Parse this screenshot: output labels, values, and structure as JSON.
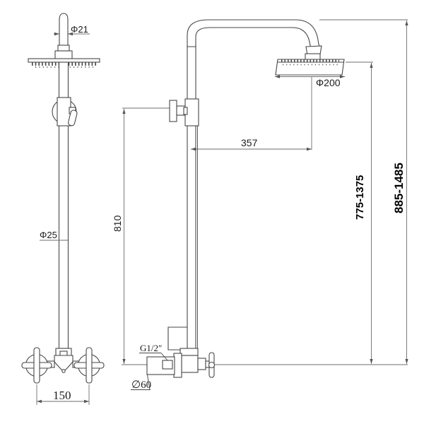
{
  "drawing": {
    "title": "shower-column-technical-drawing",
    "views": [
      "front-view",
      "side-view"
    ],
    "colors": {
      "part_line": "#474747",
      "dim_line": "#6e6e6e",
      "text": "#1c1c1c"
    },
    "labels": {
      "phi21": "Φ21",
      "phi25": "Φ25",
      "spacing150": "150",
      "reach357": "357",
      "height810": "810",
      "phi200": "Φ200",
      "thread": "G1/2″",
      "phi60": "∅60",
      "range775": "775-1375",
      "range885": "885-1485"
    }
  }
}
